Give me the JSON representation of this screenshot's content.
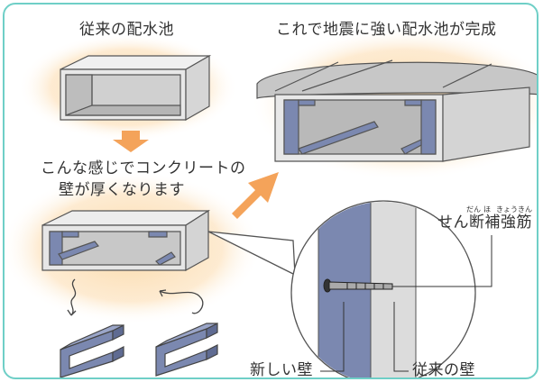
{
  "labels": {
    "old_tank": "従来の配水池",
    "result": "これで地震に強い配水池が完成",
    "caption_line1": "こんな感じでコンクリートの",
    "caption_line2": "壁が厚くなります",
    "rebar": "せん断補強筋",
    "rebar_ruby_1": "だん",
    "rebar_ruby_2": "ほ",
    "rebar_ruby_3": "きょうきん",
    "new_wall": "新しい壁",
    "old_wall": "従来の壁"
  },
  "colors": {
    "frame": "#6fcfc7",
    "glow": "#fbd9a8",
    "arrow": "#f4a35a",
    "new_wall": "#7b88b0",
    "old_wall": "#dcdcdc",
    "floor": "#9a9a9a"
  }
}
